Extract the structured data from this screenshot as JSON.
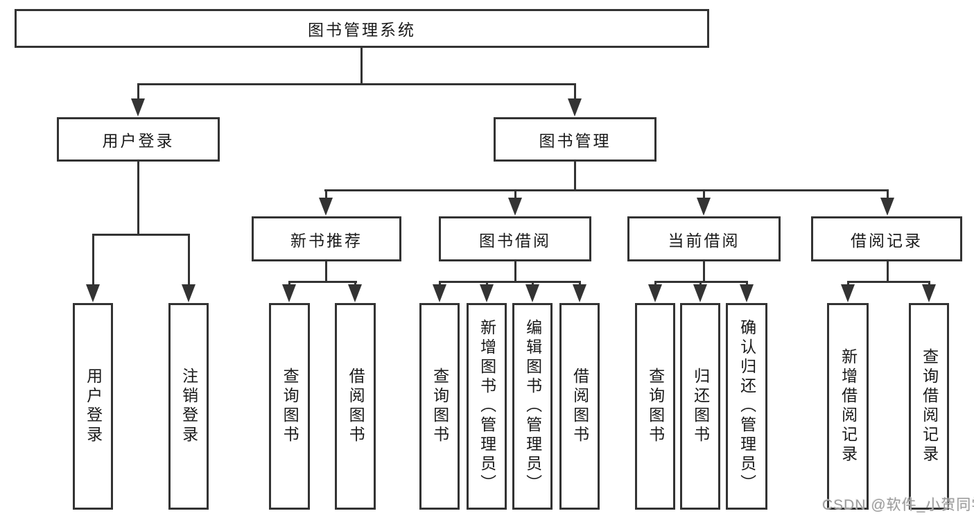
{
  "tree": {
    "label": "图书管理系统",
    "children": [
      {
        "label": "用户登录",
        "children": [
          {
            "label": "用户登录"
          },
          {
            "label": "注销登录"
          }
        ]
      },
      {
        "label": "图书管理",
        "children": [
          {
            "label": "新书推荐",
            "children": [
              {
                "label": "查询图书"
              },
              {
                "label": "借阅图书"
              }
            ]
          },
          {
            "label": "图书借阅",
            "children": [
              {
                "label": "查询图书"
              },
              {
                "label": "新增图书（管理员）"
              },
              {
                "label": "编辑图书（管理员）"
              },
              {
                "label": "借阅图书"
              }
            ]
          },
          {
            "label": "当前借阅",
            "children": [
              {
                "label": "查询图书"
              },
              {
                "label": "归还图书"
              },
              {
                "label": "确认归还（管理员）"
              }
            ]
          },
          {
            "label": "借阅记录",
            "children": [
              {
                "label": "新增借阅记录"
              },
              {
                "label": "查询借阅记录"
              }
            ]
          }
        ]
      }
    ]
  },
  "watermark": {
    "text": "CSDN @软件_小贺同学"
  },
  "colors": {
    "line": "#333333",
    "text": "#1a1a1a",
    "watermark": "#9c9c9c",
    "background": "#ffffff"
  }
}
